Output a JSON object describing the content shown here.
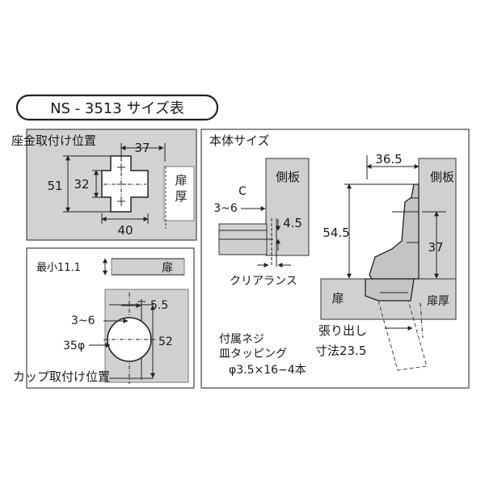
{
  "title": "NS - 3513 サイズ表",
  "plate": {
    "label": "座金取付け位置",
    "dim_top": "37",
    "dim_left": "51",
    "dim_inner": "32",
    "dim_bottom": "40",
    "door_thickness": "扉厚"
  },
  "cup": {
    "label": "カップ取付け位置",
    "min_label": "最小11.1",
    "door": "扉",
    "dim_edge": "3~6",
    "dim_offset": "5.5",
    "dim_diameter": "35φ",
    "dim_height": "52"
  },
  "body": {
    "label": "本体サイズ",
    "side_panel_left": "側板",
    "c_label": "C",
    "c_range": "3~6",
    "dim_gap": "4.5",
    "clearance": "クリアランス",
    "side_panel_right": "側板",
    "dim_width": "36.5",
    "dim_height": "54.5",
    "dim_mount": "37",
    "door": "扉",
    "door_thickness": "扉厚",
    "overhang_line1": "張り出し",
    "overhang_line2": "寸法23.5",
    "screw_line1": "付属ネジ",
    "screw_line2": "皿タッピング",
    "screw_line3": "φ3.5×16−4本"
  }
}
